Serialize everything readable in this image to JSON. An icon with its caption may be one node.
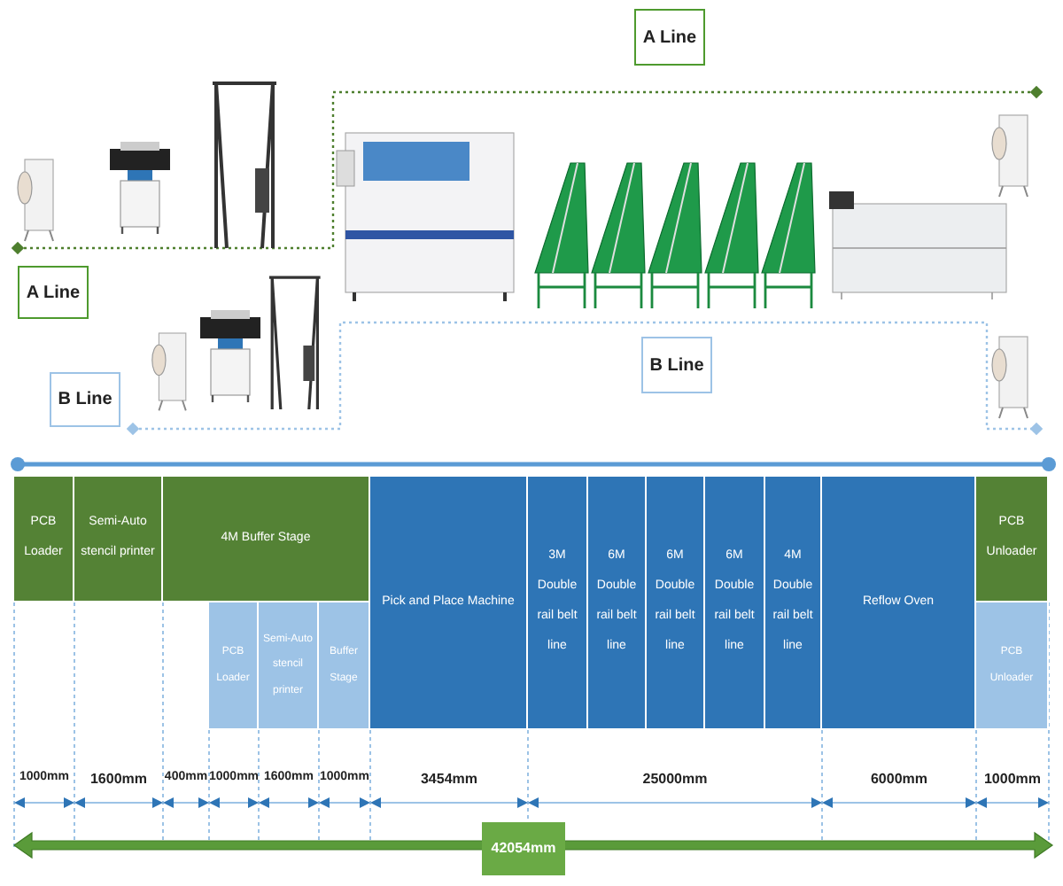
{
  "diagram": {
    "nodes": [
      {
        "text": [
          "A Line"
        ]
      },
      {
        "text": [
          "A Line"
        ]
      },
      {
        "text": [
          "B Line"
        ]
      },
      {
        "text": [
          "B Line"
        ]
      },
      {
        "text": [
          "PCB Loader"
        ]
      },
      {
        "text": [
          "Semi-Auto stencil printer"
        ]
      },
      {
        "text": [
          "4M Buffer Stage"
        ]
      },
      {
        "text": [
          "Pick and Place Machine"
        ]
      },
      {
        "text": [
          "3M Double rail belt line"
        ]
      },
      {
        "text": [
          "6M Double rail belt line"
        ]
      },
      {
        "text": [
          "6M Double rail belt line"
        ]
      },
      {
        "text": [
          "6M Double rail belt line"
        ]
      },
      {
        "text": [
          "4M Double rail belt line"
        ]
      },
      {
        "text": [
          "Reflow Oven"
        ]
      },
      {
        "text": [
          "PCB Unloader"
        ]
      },
      {
        "text": [
          "PCB Loader"
        ]
      },
      {
        "text": [
          "Semi-Auto stencil printer"
        ]
      },
      {
        "text": [
          "Buffer Stage"
        ]
      },
      {
        "text": [
          "PCB Unloader"
        ]
      }
    ],
    "edges": [],
    "labels": [
      "1000mm",
      "1600mm",
      "400mm",
      "1000mm",
      "1600mm",
      "1000mm",
      "3454mm",
      "25000mm",
      "6000mm",
      "1000mm",
      "42054mm"
    ]
  }
}
